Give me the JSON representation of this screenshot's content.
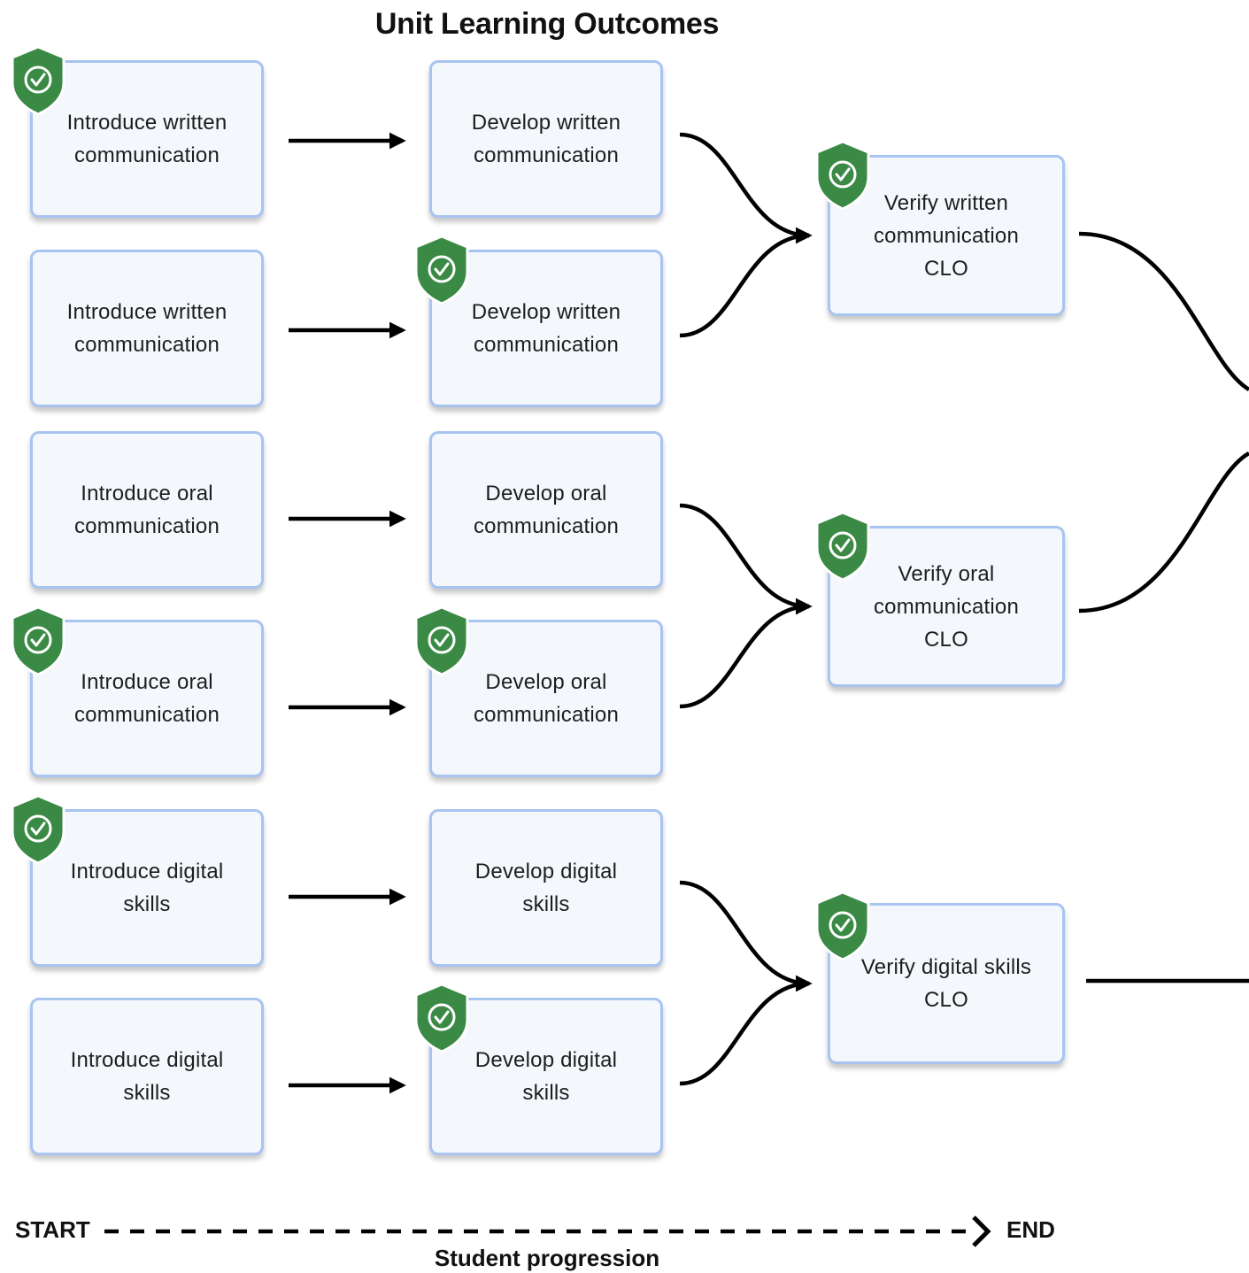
{
  "title": "Unit Learning Outcomes",
  "col1": [
    "Introduce written communication",
    "Introduce written communication",
    "Introduce oral communication",
    "Introduce oral communication",
    "Introduce digital skills",
    "Introduce digital skills"
  ],
  "col2": [
    "Develop written communication",
    "Develop written communication",
    "Develop oral communication",
    "Develop oral communication",
    "Develop digital skills",
    "Develop digital skills"
  ],
  "col3": [
    "Verify written communication CLO",
    "Verify oral communication CLO",
    "Verify digital skills CLO"
  ],
  "footer": {
    "start": "START",
    "end": "END",
    "progression": "Student progression"
  },
  "icons": {
    "badge": "shield-check-icon"
  },
  "colors": {
    "box_border": "#a8c4f0",
    "box_fill": "#f4f7fc",
    "badge_green": "#3a8a45"
  }
}
